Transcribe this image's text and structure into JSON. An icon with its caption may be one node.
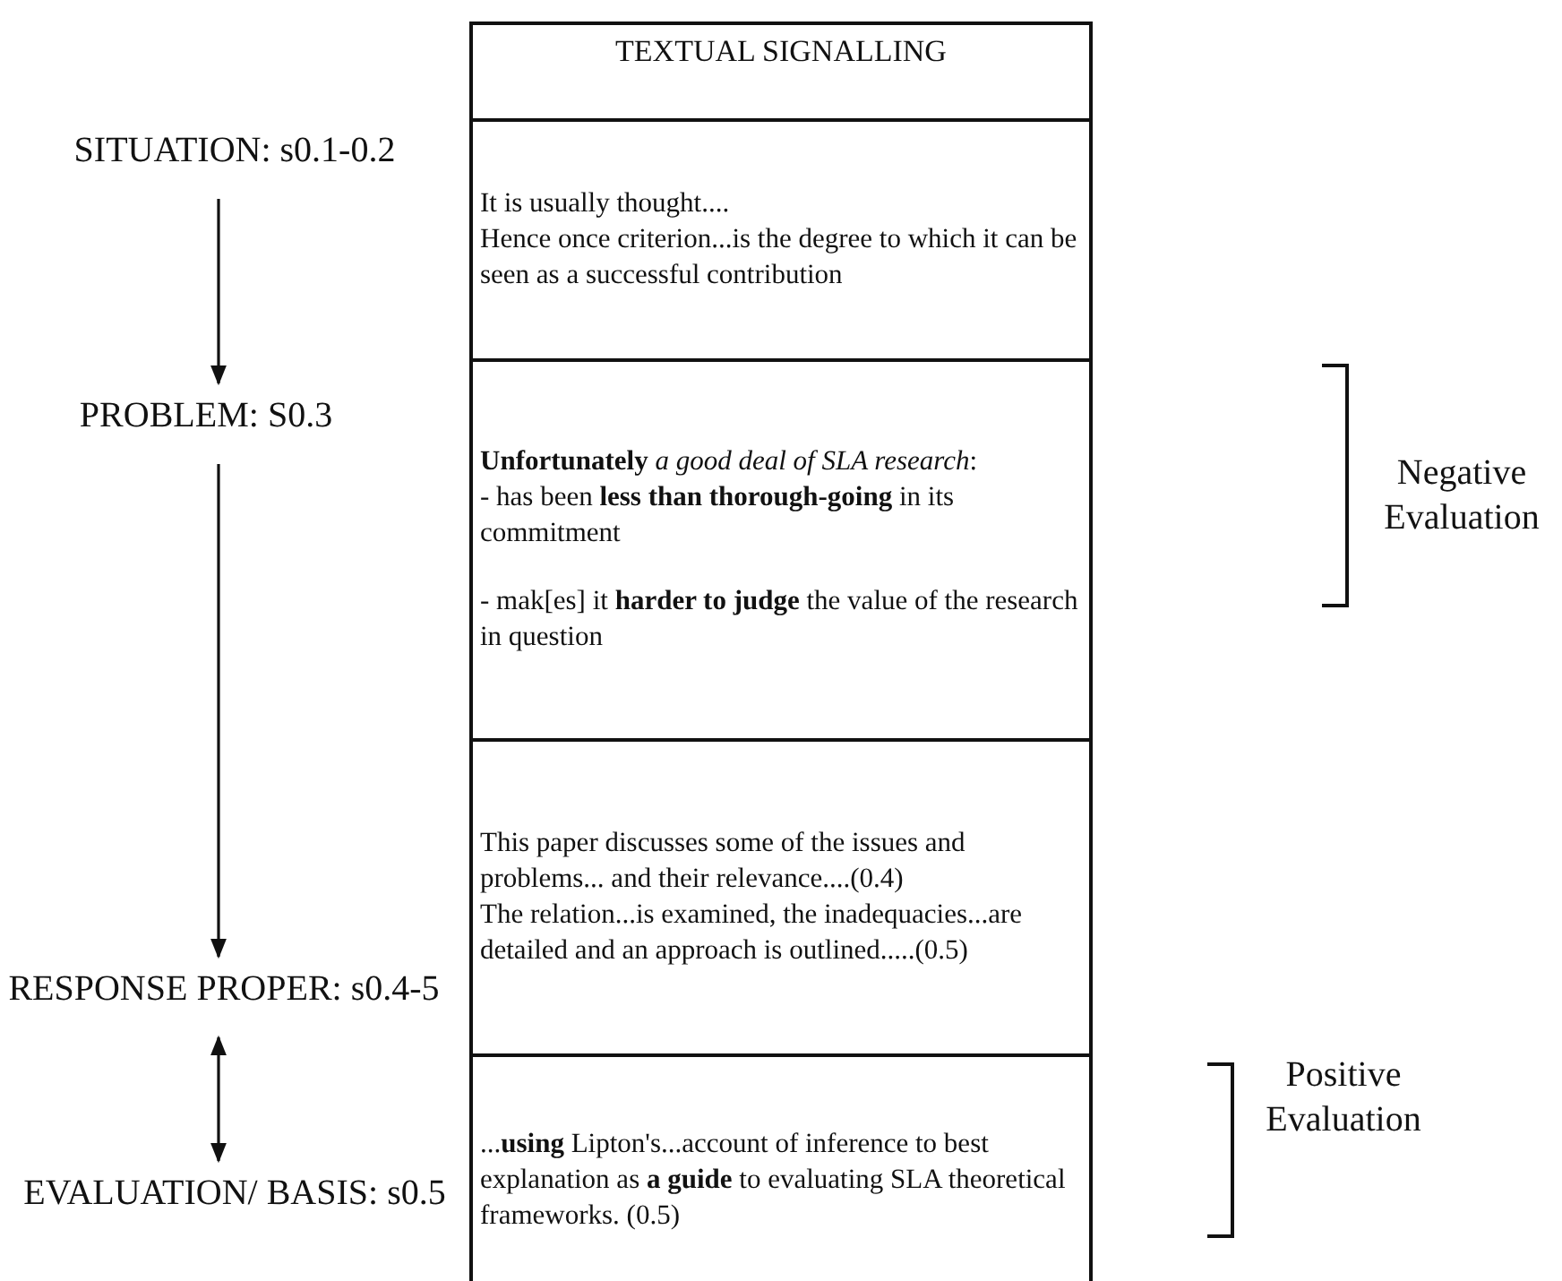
{
  "diagram": {
    "nodes": [
      {
        "text": [
          "SITUATION: s0.1-0.2"
        ]
      },
      {
        "text": [
          "PROBLEM: S0.3"
        ]
      },
      {
        "text": [
          "RESPONSE PROPER: s0.4-5"
        ]
      },
      {
        "text": [
          "EVALUATION/ BASIS: s0.5"
        ]
      },
      {
        "text": [
          "TEXTUAL SIGNALLING"
        ]
      },
      {
        "text": [
          "It is usually thought....",
          "Hence once criterion...is the degree to which it can be seen as a successful contribution"
        ]
      },
      {
        "text": [
          "**Unfortunately** *a good deal of SLA research*:",
          "- has been **less than thorough-going** in its commitment",
          "- mak[es] it **harder to judge** the value of the research in question"
        ]
      },
      {
        "text": [
          "This paper discusses some of the issues and problems... and their relevance....(0.4)",
          "The relation...is examined, the inadequacies...are detailed and an approach is outlined.....(0.5)"
        ]
      },
      {
        "text": [
          "...**using** Lipton's...account of inference to best explanation as **a guide** to evaluating SLA theoretical frameworks. (0.5)"
        ]
      }
    ],
    "edges": [
      {
        "from": 0,
        "to": 1,
        "arrow": "to"
      },
      {
        "from": 1,
        "to": 2,
        "arrow": "to"
      },
      {
        "from": 2,
        "to": 3,
        "arrow": "both"
      }
    ],
    "labels": [
      "Negative Evaluation",
      "Positive Evaluation"
    ]
  }
}
